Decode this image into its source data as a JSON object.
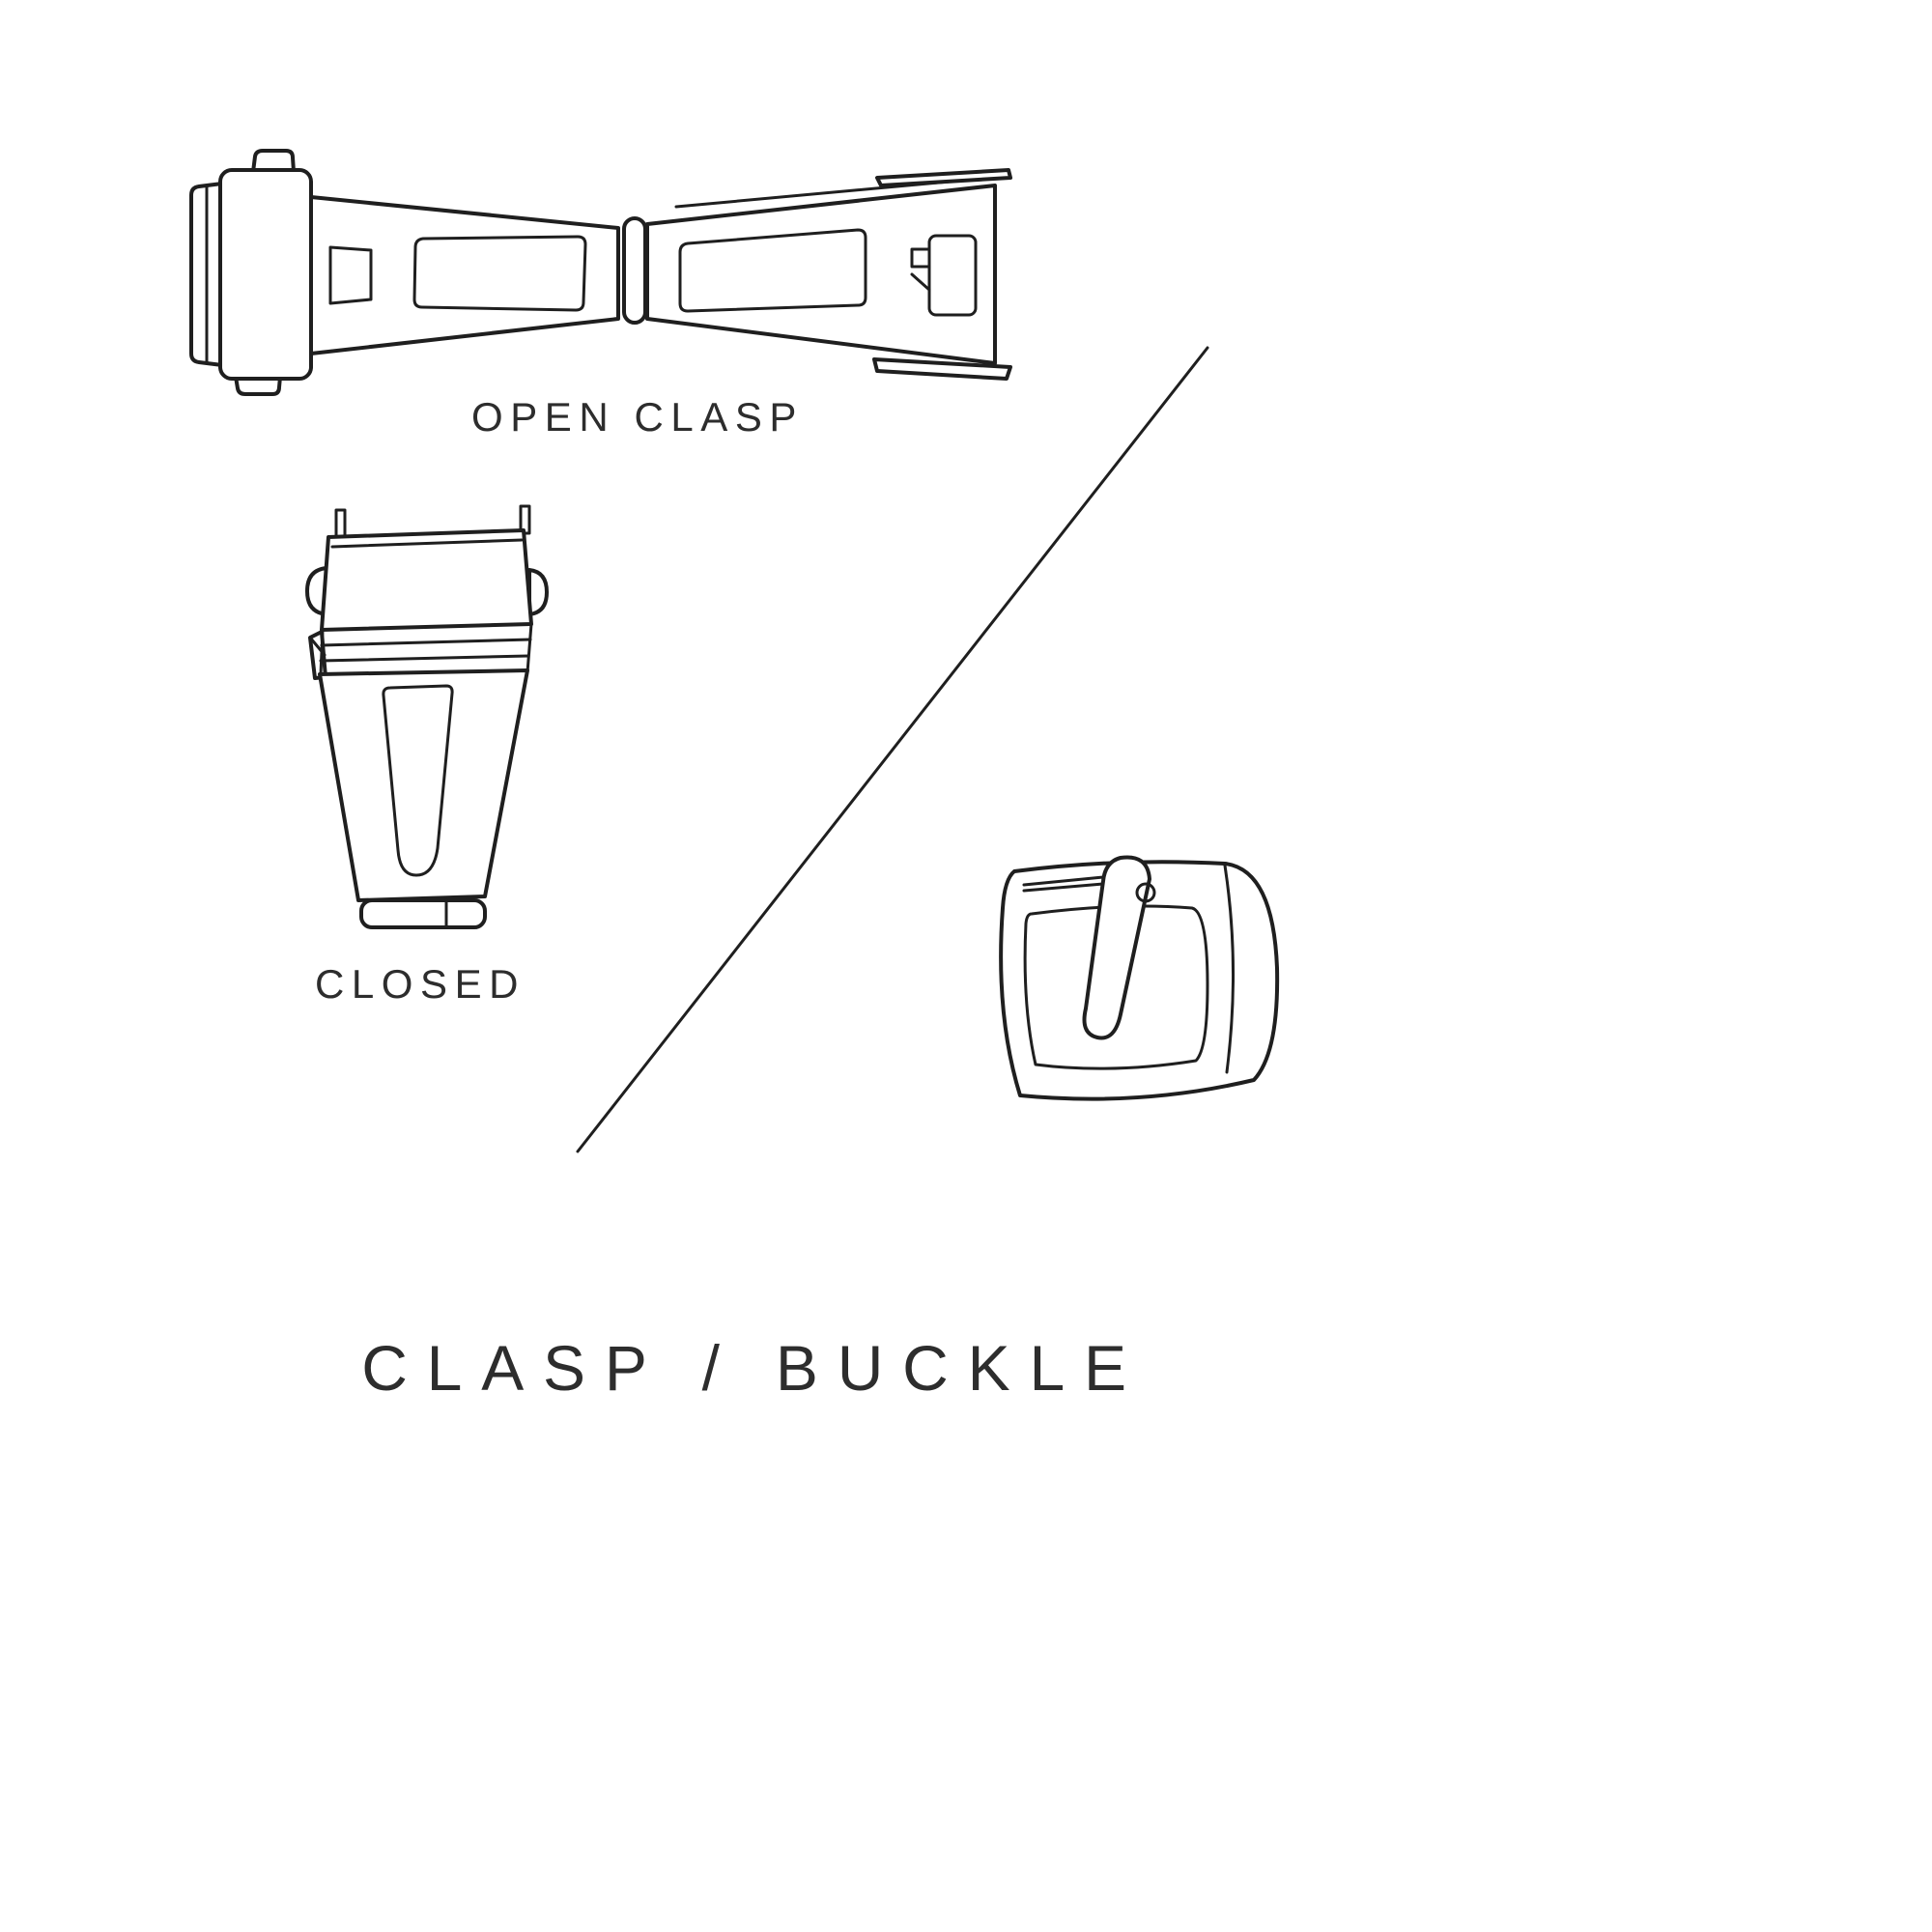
{
  "colors": {
    "background": "#ffffff",
    "line": "#1f1f1f",
    "text": "#2d2d2d"
  },
  "labels": {
    "open_clasp": "OPEN CLASP",
    "closed": "CLOSED"
  },
  "title": "CLASP / BUCKLE",
  "icons": {
    "open_clasp_illustration": "open-deployant-clasp-line-drawing",
    "closed_clasp_illustration": "closed-clasp-line-drawing",
    "buckle_illustration": "tang-buckle-line-drawing",
    "divider": "diagonal-divider-line"
  }
}
